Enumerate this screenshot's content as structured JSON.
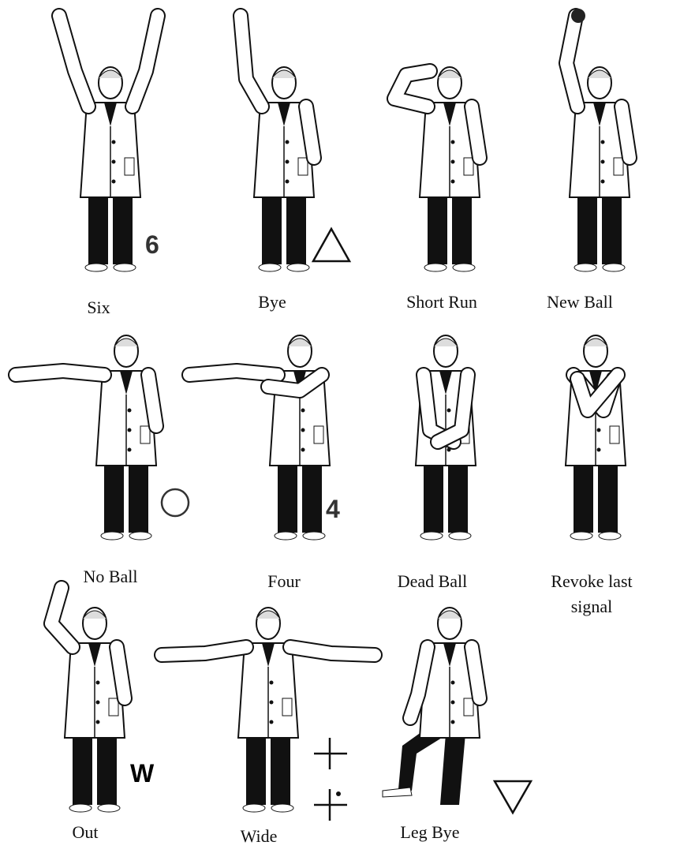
{
  "signals": [
    {
      "label": "Six",
      "symbol": "6"
    },
    {
      "label": "Bye",
      "symbol": "triangle"
    },
    {
      "label": "Short Run",
      "symbol": ""
    },
    {
      "label": "New Ball",
      "symbol": ""
    },
    {
      "label": "No Ball",
      "symbol": "circle"
    },
    {
      "label": "Four",
      "symbol": "4"
    },
    {
      "label": "Dead Ball",
      "symbol": ""
    },
    {
      "label": "Revoke last signal",
      "label_lines": [
        "Revoke last",
        "signal"
      ],
      "symbol": ""
    },
    {
      "label": "Out",
      "symbol": "W"
    },
    {
      "label": "Wide",
      "symbol": "cross-and-dotted-cross"
    },
    {
      "label": "Leg Bye",
      "symbol": "inverted-triangle"
    }
  ],
  "colors": {
    "ink": "#111111",
    "coat": "#ffffff",
    "trousers": "#111111",
    "symbol": "#333333"
  }
}
